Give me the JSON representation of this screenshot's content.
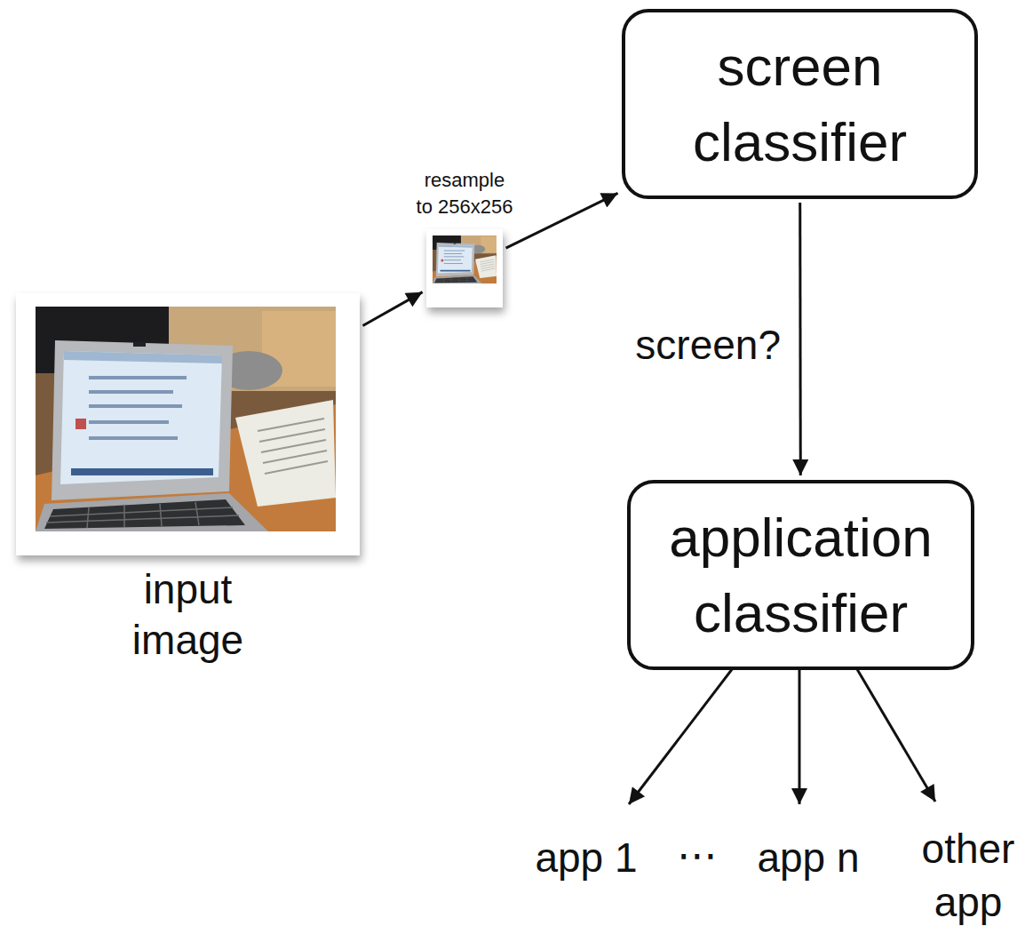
{
  "diagram": {
    "nodes": [
      {
        "text": [
          "input image"
        ]
      },
      {
        "text": [
          "resample to 256x256"
        ]
      },
      {
        "text": [
          "screen classifier"
        ]
      },
      {
        "text": [
          "application classifier"
        ]
      }
    ],
    "edges": [
      {
        "from": 0,
        "to": 1,
        "arrow": "to"
      },
      {
        "from": 1,
        "to": 2,
        "arrow": "to"
      },
      {
        "from": 2,
        "to": 3,
        "label": "screen?",
        "arrow": "to"
      }
    ],
    "labels": [
      "app 1",
      "⋯",
      "app n",
      "other app"
    ]
  }
}
